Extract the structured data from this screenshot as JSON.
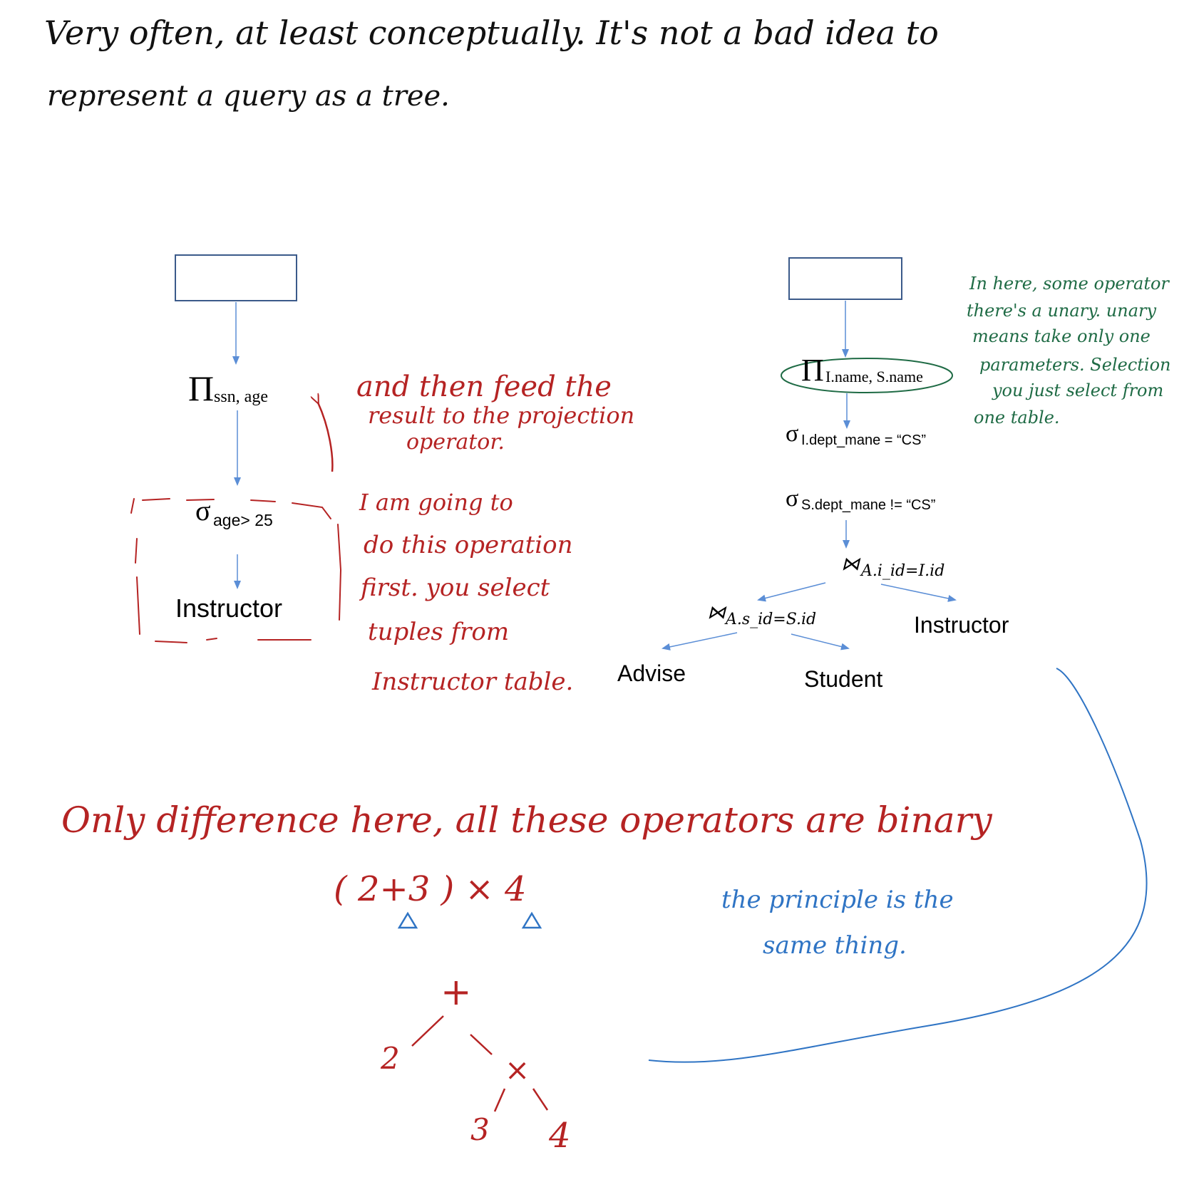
{
  "colors": {
    "handwriting_black": "#111111",
    "annotation_red": "#b52323",
    "annotation_green": "#1f6b45",
    "annotation_blue": "#2f74c4",
    "arrow_blue": "#5b8ed6",
    "box_border": "#3b5a8a"
  },
  "header_note": {
    "line1": "Very often, at least conceptually. It's not a bad idea to",
    "line2": "represent a query as a tree."
  },
  "left_tree": {
    "projection_symbol": "Π",
    "projection_sub": "ssn, age",
    "selection_symbol": "σ",
    "selection_sub": "age> 25",
    "relation": "Instructor"
  },
  "right_tree": {
    "projection_symbol": "Π",
    "projection_sub": "I.name, S.name",
    "selection1_symbol": "σ",
    "selection1_sub": "I.dept_mane = “CS”",
    "selection2_symbol": "σ",
    "selection2_sub": "S.dept_mane != “CS”",
    "join1_symbol": "⋈",
    "join1_sub": "A.i_id=I.id",
    "join2_symbol": "⋈",
    "join2_sub": "A.s_id=S.id",
    "relation_advise": "Advise",
    "relation_student": "Student",
    "relation_instructor": "Instructor"
  },
  "red_note_projection": {
    "line1": "and then feed the",
    "line2": "result to the projection",
    "line3": "operator."
  },
  "red_note_selection": {
    "line1": "I am going to",
    "line2": "do this operation",
    "line3": "first. you select",
    "line4": "tuples from",
    "line5": "Instructor table."
  },
  "green_note": {
    "line1": "In here, some operator",
    "line2": "there's a unary. unary",
    "line3": "means take only one",
    "line4": "parameters. Selection",
    "line5": "you just select from",
    "line6": "one table."
  },
  "red_note_binary": {
    "text": "Only difference here, all these operators are binary"
  },
  "expression": {
    "text": "( 2+3 ) × 4",
    "tree_root": "+",
    "tree_left": "2",
    "tree_mid": "×",
    "tree_leaf1": "3",
    "tree_leaf2": "4"
  },
  "blue_note": {
    "line1": "the principle is the",
    "line2": "same thing."
  }
}
